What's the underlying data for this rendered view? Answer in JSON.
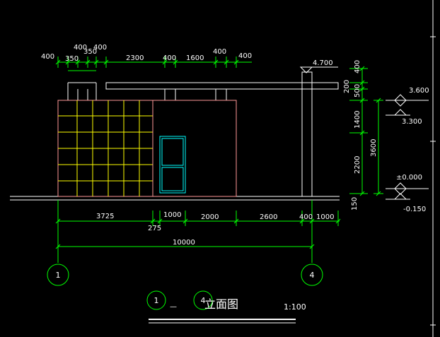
{
  "colors": {
    "background": "#000000",
    "dimension": "#00ff00",
    "outline": "#ffffff",
    "grid": "#ffff00",
    "pink": "#ff9999",
    "door": "#00ffff",
    "purple": "#cc88ff",
    "label": "#ffffff"
  },
  "top_dims": {
    "row1": [
      "400",
      "400",
      "400",
      "2300",
      "400",
      "1600",
      "400",
      "400"
    ],
    "row2": [
      "350",
      "350"
    ]
  },
  "right_dims": {
    "vertical": [
      "400",
      "200",
      "500",
      "1400",
      "2200",
      "150"
    ],
    "overall": "3600"
  },
  "elevations": {
    "top": "4.700",
    "roof1": "3.600",
    "roof2": "3.300",
    "ground": "±0.000",
    "base": "-0.150"
  },
  "bottom_dims": {
    "row1": [
      "3725",
      "1000",
      "2000",
      "2600",
      "400",
      "1000"
    ],
    "row1_extra": "275",
    "overall": "10000"
  },
  "axes": {
    "left": "1",
    "right": "4"
  },
  "title": {
    "from": "1",
    "to": "4",
    "text": "立面图",
    "dash": "—",
    "scale": "1:100"
  }
}
